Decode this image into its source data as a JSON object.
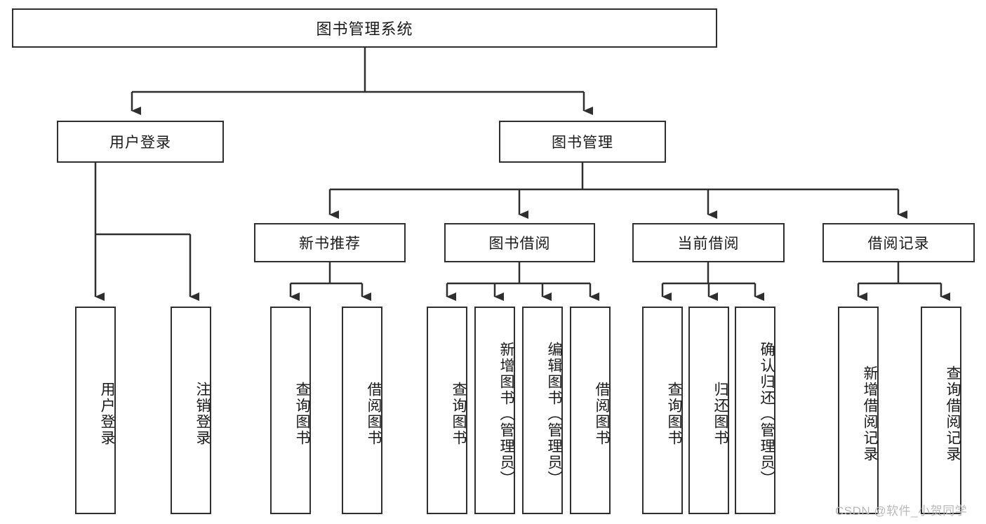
{
  "diagram": {
    "type": "tree",
    "title": "图书管理系统",
    "root": {
      "label": "图书管理系统"
    },
    "level2": [
      {
        "id": "user-login",
        "label": "用户登录"
      },
      {
        "id": "book-manage",
        "label": "图书管理"
      }
    ],
    "level3": [
      {
        "id": "new-book-recommend",
        "label": "新书推荐",
        "parent": "book-manage"
      },
      {
        "id": "book-borrow",
        "label": "图书借阅",
        "parent": "book-manage"
      },
      {
        "id": "current-borrow",
        "label": "当前借阅",
        "parent": "book-manage"
      },
      {
        "id": "borrow-record",
        "label": "借阅记录",
        "parent": "book-manage"
      }
    ],
    "leaves": {
      "user_login": [
        {
          "id": "leaf-user-login",
          "label": "用户登录"
        },
        {
          "id": "leaf-logout-login",
          "label": "注销登录"
        }
      ],
      "new_book_recommend": [
        {
          "id": "leaf-query-book-1",
          "label": "查询图书"
        },
        {
          "id": "leaf-borrow-book-1",
          "label": "借阅图书"
        }
      ],
      "book_borrow": [
        {
          "id": "leaf-query-book-2",
          "label": "查询图书"
        },
        {
          "id": "leaf-add-book",
          "label": "新增图书（管理员）"
        },
        {
          "id": "leaf-edit-book",
          "label": "编辑图书（管理员）"
        },
        {
          "id": "leaf-borrow-book-2",
          "label": "借阅图书"
        }
      ],
      "current_borrow": [
        {
          "id": "leaf-query-book-3",
          "label": "查询图书"
        },
        {
          "id": "leaf-return-book",
          "label": "归还图书"
        },
        {
          "id": "leaf-confirm-return",
          "label": "确认归还（管理员）"
        }
      ],
      "borrow_record": [
        {
          "id": "leaf-add-record",
          "label": "新增借阅记录"
        },
        {
          "id": "leaf-query-record",
          "label": "查询借阅记录"
        }
      ]
    }
  },
  "watermark": {
    "text": "CSDN @软件_小贺同学"
  },
  "colors": {
    "border": "#2f2f2f",
    "background": "#ffffff",
    "text": "#1a1a1a",
    "watermark": "#b9b9b9"
  }
}
